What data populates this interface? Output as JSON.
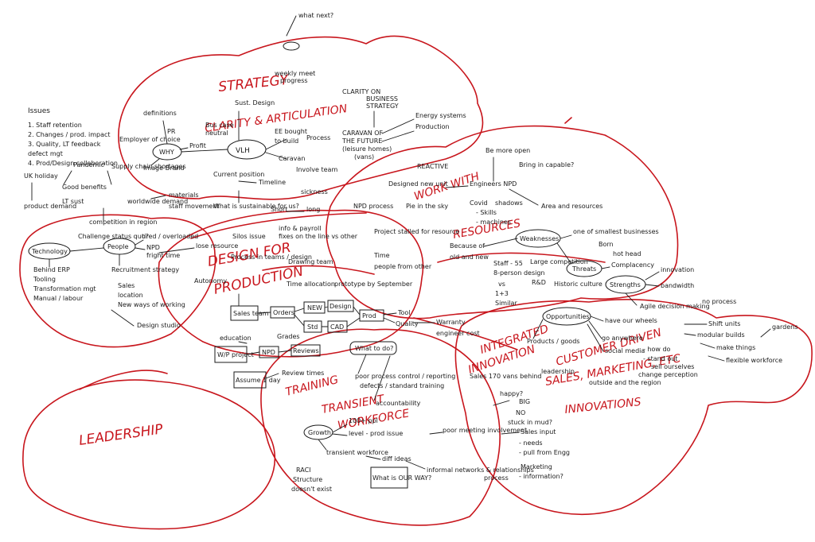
{
  "colors": {
    "ink": "#1a1a1a",
    "red_marker": "#c8161d",
    "paper": "#ffffff"
  },
  "headings": {
    "strategy": "STRATEGY",
    "clarity": "CLARITY & ARTICULATION",
    "design_for": "DESIGN FOR",
    "production": "PRODUCTION",
    "work_with_resources": "WORK WITH",
    "resources": "RESOURCES",
    "training": "TRAINING",
    "transient": "TRANSIENT",
    "workforce": "WORKFORCE",
    "integrated": "INTEGRATED",
    "innovation": "INNOVATION",
    "customer_driven": "CUSTOMER DRIVEN",
    "sales_marketing": "SALES, MARKETING, ETC",
    "innovations": "INNOVATIONS",
    "leadership": "LEADERSHIP"
  },
  "issues": {
    "title": "Issues",
    "items": [
      "1. Staff retention",
      "2. Changes / prod. impact",
      "3. Quality, LT feedback",
      "   defect mgt",
      "4. Prod/Design collaboration"
    ]
  },
  "nodes": {
    "vlh": "VLH",
    "why": "WHY",
    "people": "People",
    "technology": "Technology",
    "weaknesses": "Weaknesses",
    "threats": "Threats",
    "strengths": "Strengths",
    "opportunities": "Opportunities",
    "growth": "Growth",
    "what_to_do": "What to do?",
    "what_is_our_way": "What is OUR WAY?"
  },
  "labels": {
    "what_next": "what next?",
    "weekly_meet": "weekly meet",
    "progress": "progress",
    "clarity_on": "CLARITY ON",
    "business": "BUSINESS",
    "strategy_small": "STRATEGY",
    "sust_design": "Sust. Design",
    "definitions": "definitions",
    "bus_case": "Bus case",
    "neutral": "neutral",
    "pr": "PR",
    "employer_of_choice": "Employer of choice",
    "profit": "Profit",
    "image_brand": "Image  Brand",
    "ee_bought": "EE bought",
    "to_build": "to build",
    "process": "Process",
    "caravan": "Caravan",
    "caravan_of_future": "CARAVAN OF",
    "the_future": "THE FUTURE",
    "leisure_homes": "(leisure homes)",
    "vans": "(vans)",
    "energy_systems": "Energy systems",
    "production": "Production",
    "current_position": "Current position",
    "timeline": "Timeline",
    "involve_team": "Involve team",
    "sickness": "sickness",
    "what_is_sustainable": "What is sustainable for us?",
    "short": "Short",
    "long": "long",
    "uk_holiday": "UK holiday",
    "product_demand": "product demand",
    "pandemic": "Pandemic",
    "good_benefits": "Good benefits",
    "lt_sust": "LT sust",
    "supply_chain": "Supply chain shortages",
    "worldwide_demand": "worldwide demand",
    "materials": "materials",
    "staff_movement": "staff movement",
    "competition": "competition in region",
    "challenge": "Challenge status quo?",
    "tired": "tired / overloaded",
    "npd": "NPD",
    "fright_time": "fright time",
    "lose_resource": "lose resource",
    "behind_erp": "Behind ERP",
    "tooling": "Tooling",
    "transformation": "Transformation mgt",
    "manual_labour": "Manual / labour",
    "recruitment": "Recruitment strategy",
    "sales": "Sales",
    "location": "location",
    "new_ways": "New ways of working",
    "design_studio": "Design studio",
    "silos_issue": "Silos issue",
    "info_payroll": "info & payroll",
    "fixes_on_line": "fixes on the line vs other",
    "autonomy": "Autonomy",
    "process_teams": "Process in teams / design",
    "drawing_team": "Drawing team",
    "time_allocation": "Time allocation",
    "prototype": "prototype by September",
    "sales_team": "Sales team",
    "orders": "Orders",
    "new": "NEW",
    "design": "Design",
    "std": "Std",
    "cad": "CAD",
    "prod": "Prod",
    "tool": "Tool",
    "quality": "Quality",
    "warranty": "Warranty",
    "engineer_cost": "engineer cost",
    "education": "education",
    "grades": "Grades",
    "npd_box": "NPD",
    "reviews": "Reviews",
    "wp_project": "W/P project",
    "assume_day": "Assume 1 day",
    "review_times": "Review times",
    "reactive": "REACTIVE",
    "designed_new": "Designed new unit",
    "pie_in_sky": "Pie in the sky",
    "project_stalled": "Project stalled for resource",
    "because_of": "Because of",
    "old_new": "old and new",
    "time": "Time",
    "people_from_other": "people from other",
    "npd_process": "NPD process",
    "be_more_open": "Be more open",
    "bring_capable": "Bring in capable?",
    "engineers_npd": "Engineers NPD",
    "covid": "Covid",
    "shadows": "shadows",
    "skills": "- Skills",
    "machines": "- machines",
    "area_resources": "Area and resources",
    "one_of_smallest": "one of smallest businesses",
    "born": "Born",
    "hot_head": "hot head",
    "staff55": "Staff - 55",
    "eight_design": "8-person design",
    "vs": "vs",
    "one_plus_three": "1+3",
    "similar": "Similar",
    "large_competition": "Large competition",
    "rd": "R&D",
    "historic_culture": "Historic culture",
    "complacency": "Complacency",
    "innovation_s": "innovation",
    "bandwidth": "bandwidth",
    "agile": "Agile decision making",
    "no_process": "no process",
    "shift_units": "Shift units",
    "modular_builds": "modular builds",
    "gardens": "gardens",
    "make_things": "make things",
    "flexible": "flexible workforce",
    "have_wheels": "have our wheels",
    "go_anywhere": "go anywhere",
    "social_media": "social media",
    "how_do": "- how do",
    "stand_out": "- stand out",
    "sell_ourselves": "sell ourselves",
    "change_perception": "change perception",
    "products_goods": "Products / goods",
    "leadership_small": "leadership",
    "outside": "outside and the region",
    "sales_170": "Sales 170 vans behind",
    "happy": "happy?",
    "big": "BIG",
    "no": "NO",
    "stuck": "stuck in mud?",
    "poor_process": "poor process control / reporting",
    "defects": "defects / standard training",
    "accountability": "accountability",
    "growth_nums": "100+ ppl",
    "level_prod": "level - prod issue",
    "transient": "transient workforce",
    "diff_ideas": "diff ideas",
    "informal": "informal networks & relationships",
    "process2": "process",
    "poor_meeting": "poor meeting involvement",
    "sales_input": "Sales input",
    "needs": "- needs",
    "pull_engg": "- pull from Engg",
    "marketing": "Marketing",
    "information": "- information?",
    "raci": "RACI",
    "structure": "Structure",
    "doesnt_exist": "doesn't exist"
  }
}
